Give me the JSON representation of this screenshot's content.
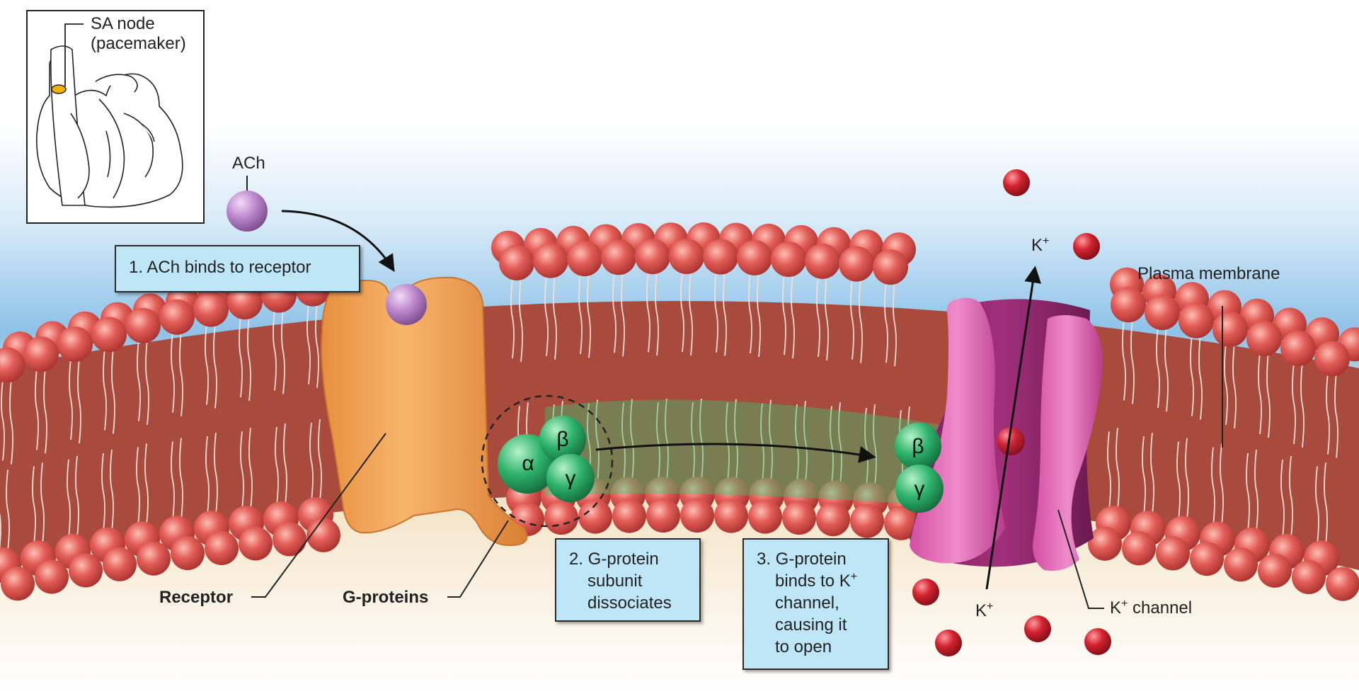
{
  "inset": {
    "sa_node_label_line1": "SA node",
    "sa_node_label_line2": "(pacemaker)"
  },
  "molecules": {
    "ach": "ACh",
    "alpha": "α",
    "beta": "β",
    "gamma": "γ",
    "k_ion": "K",
    "k_superscript": "+"
  },
  "steps": {
    "step1": "1. ACh binds to receptor",
    "step2_line1": "2. G-protein",
    "step2_line2": "subunit",
    "step2_line3": "dissociates",
    "step3_line1_prefix": "3. G-protein",
    "step3_line2_prefix": "binds to K",
    "step3_line3": "channel,",
    "step3_line4": "causing it",
    "step3_line5": "to open"
  },
  "labels": {
    "receptor": "Receptor",
    "g_proteins": "G-proteins",
    "plasma_membrane": "Plasma membrane",
    "k_channel_suffix": " channel"
  },
  "colors": {
    "phospholipid_head": "#e05a55",
    "membrane_core": "#a84a3c",
    "receptor": "#f2a45a",
    "g_protein": "#2fb36a",
    "k_channel": "#b0307f",
    "ach": "#b983c9",
    "k_ion": "#d0202e",
    "extracellular": "#a9d3ef",
    "cytoplasm": "#f6e6c8",
    "step_box": "#bfe6f7"
  }
}
